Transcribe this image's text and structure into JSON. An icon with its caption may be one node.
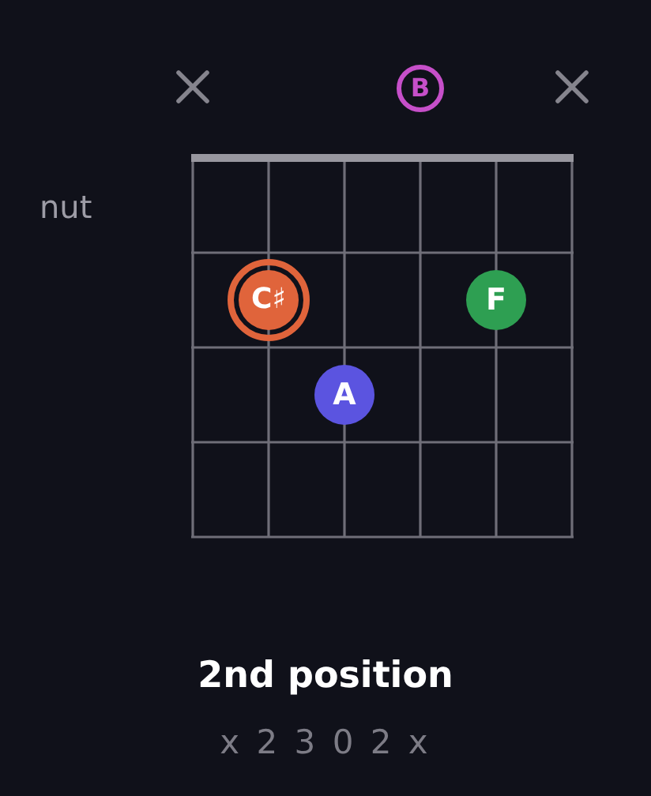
{
  "diagram": {
    "title": "2nd position",
    "caption": "x 2 3 0 2 x",
    "nodes": [
      {
        "text": [
          "B"
        ]
      },
      {
        "text": [
          "C♯"
        ]
      },
      {
        "text": [
          "F"
        ]
      },
      {
        "text": [
          "A"
        ]
      }
    ],
    "labels": [
      "nut"
    ]
  }
}
